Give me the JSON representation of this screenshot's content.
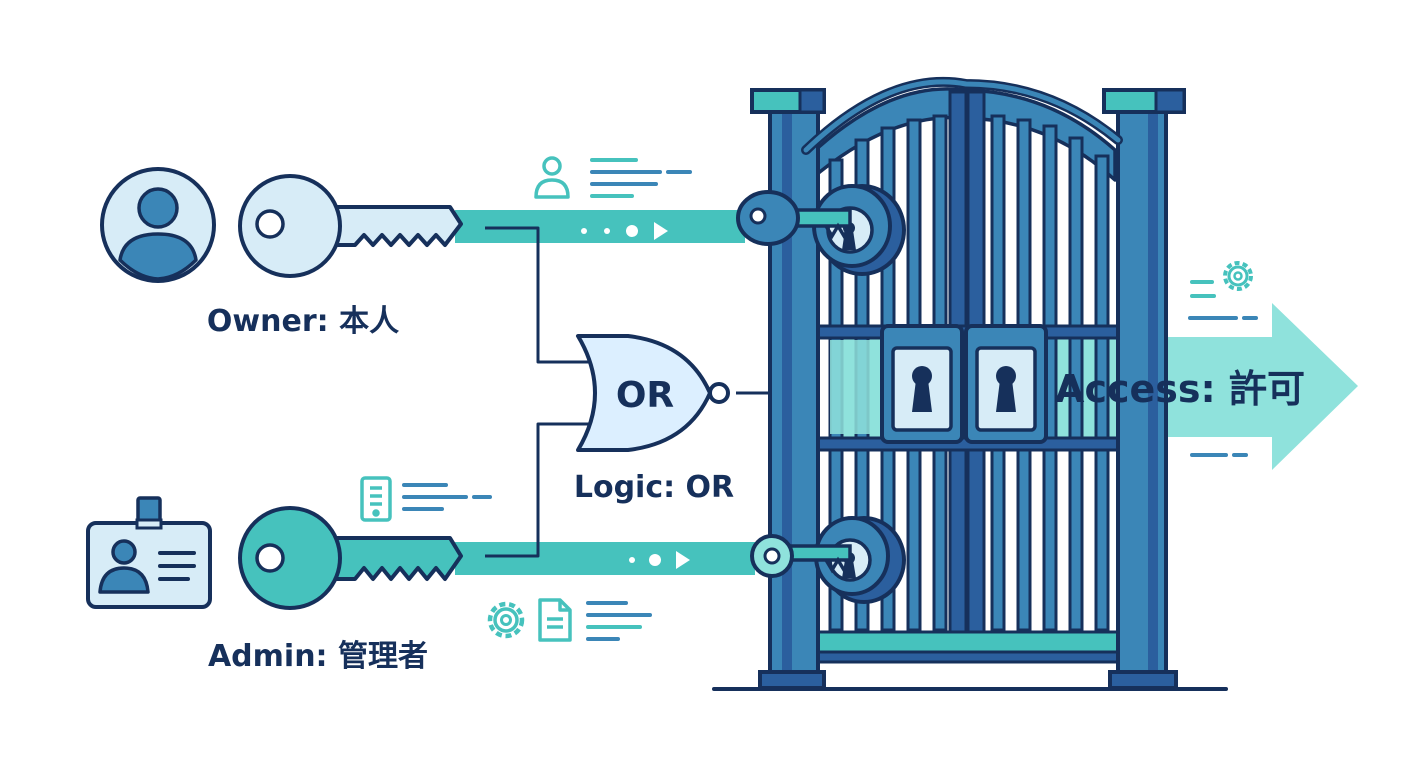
{
  "labels": {
    "owner": "Owner: 本人",
    "admin": "Admin: 管理者",
    "gate": "OR",
    "logic": "Logic: OR",
    "access": "Access: 許可"
  },
  "colors": {
    "navy": "#16305b",
    "teal": "#46c2bd",
    "teal_light": "#8fe2dc",
    "blue": "#3b86b7",
    "blue_dark": "#2b5f9e",
    "pale": "#d7ecf7"
  },
  "icons": [
    "user-avatar-icon",
    "owner-key-icon",
    "id-badge-icon",
    "admin-key-icon",
    "or-gate-icon",
    "gear-icon",
    "document-icon",
    "server-icon",
    "user-icon",
    "keyhole-icon",
    "padlock-icon",
    "gate-icon"
  ]
}
